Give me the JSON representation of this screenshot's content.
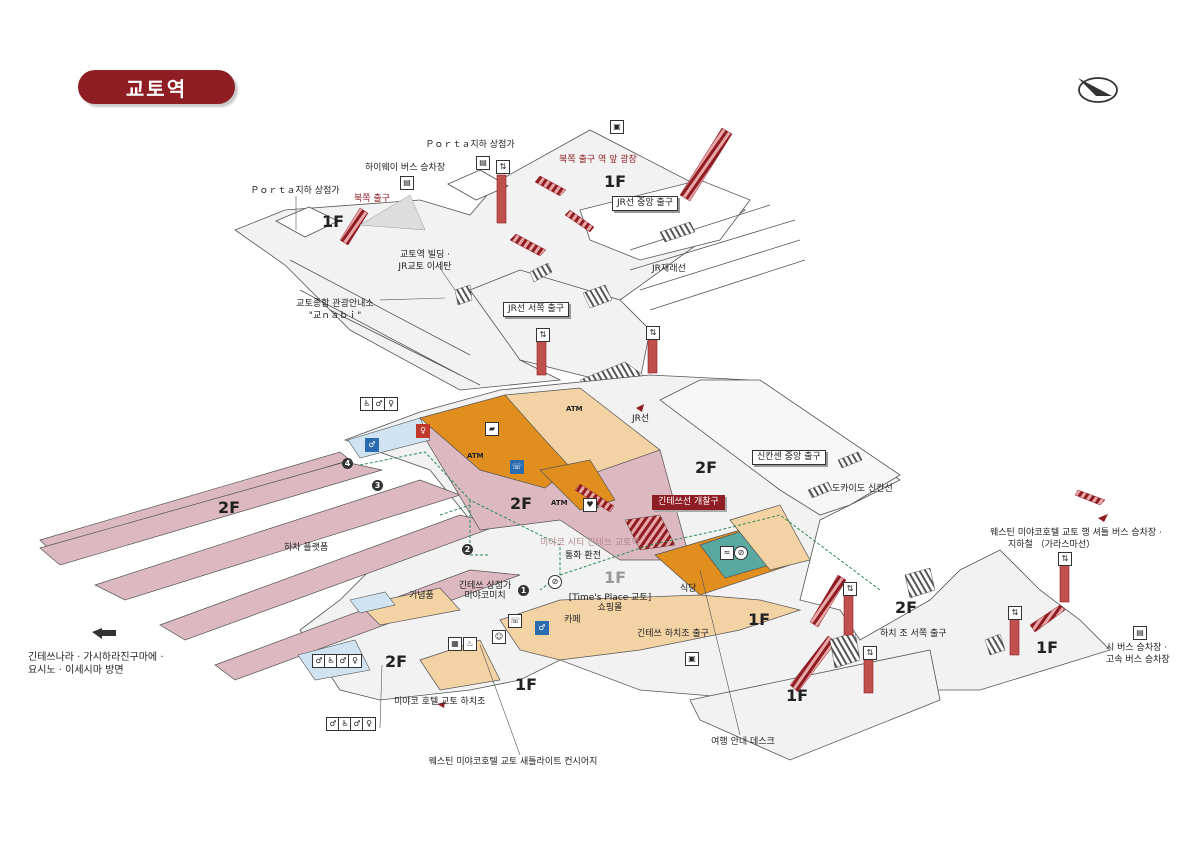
{
  "title": "교토역",
  "colors": {
    "title_bg": "#8f1d24",
    "floor_gray": "#f2f2f2",
    "platform_pink": "#dcb8c0",
    "shop_tan": "#f3d3a4",
    "shop_orange": "#e08f1e",
    "teal": "#5aa9a0",
    "toilet_blue": "#cfe3f2",
    "escalator_red": "#8f1d24"
  },
  "icons": [
    "compass-icon",
    "taxi-icon",
    "bus-icon",
    "escalator-icon",
    "atm-icon",
    "wheelchair-icon",
    "toilet-icon",
    "phone-icon",
    "arrow-left-icon"
  ],
  "floors": {
    "f1_a": "1F",
    "f1_b": "1F",
    "f1_c": "1F",
    "f1_d": "1F",
    "f1_e": "1F",
    "f1_f": "1F",
    "f1_g": "1F",
    "f2_a": "2F",
    "f2_b": "2F",
    "f2_c": "2F",
    "f2_d": "2F",
    "f2_e": "2F"
  },
  "labels": {
    "porta_underground_1": "Ｐｏｒｔａ지하 상점가",
    "porta_underground_2": "Ｐｏｒｔａ지하 상점가",
    "highway_bus": "하이웨이 버스 승차장",
    "north_exit": "북쪽 출구",
    "north_exit_plaza": "북쪽 출구 역 앞 광장",
    "jr_central_exit": "JR선 중앙 출구",
    "jr_conventional": "JR재래선",
    "kyoto_station_building": "교토역 빌딩 ·",
    "jr_isetan": "JR교토 이세탄",
    "tourist_info": "교토종합 관광안내소",
    "kyonavi": "\"교ｎａｂｉ\"",
    "jr_west_exit": "JR선 서쪽 출구",
    "atm_1": "ATM",
    "atm_2": "ATM",
    "atm_3": "ATM",
    "jr_line": "JR선",
    "shinkansen_central_exit": "신칸센 중앙 출구",
    "tokaido_shinkansen": "도카이도 신칸선",
    "kintetsu_gate": "긴테쓰선 개찰구",
    "miyako_city": "미야코 시티 긴테쓰 교토역",
    "currency_exchange": "통화 환전",
    "alighting_platform": "하차 플랫폼",
    "kintetsu_mall": "긴테쓰 상점가",
    "miyakomichi": "미야코미치",
    "souvenirs": "기념품",
    "times_place": "[Time's Place 교토]",
    "shopping": "쇼핑몰",
    "restaurant": "식당",
    "cafe": "카페",
    "kintetsu_hachijo_exit": "긴테쓰 하치조 출구",
    "hachijo_west_exit": "하치 조 서쪽 출구",
    "westin_bus": "웨스틴 미야코호텔 교토 행 셔틀 버스 승차장 ·",
    "subway_karasuma": "지하철 （가라스마선）",
    "city_bus": "시 버스 승차장 ·",
    "express_bus": "고속 버스 승차장",
    "to_nara": "긴테쓰나라 · 가시하라진구마에 ·",
    "to_yoshino": "요시노 · 이세시마 방면",
    "miyako_hotel": "미야코 호텔 교토 하치조",
    "westin_concierge": "웨스틴 미야코호텔 교토 새틀라이트 컨시어지",
    "travel_desk": "여행 안내 데스크",
    "yen": "¥",
    "n1": "1",
    "n2": "2",
    "n3": "3",
    "n4": "4"
  }
}
